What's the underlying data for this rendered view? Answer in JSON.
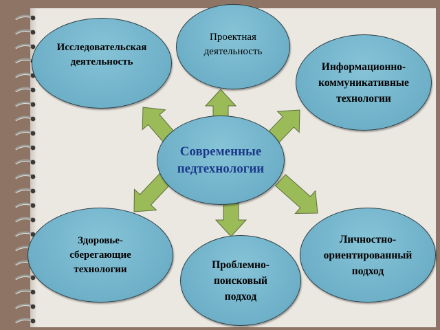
{
  "center": {
    "label": "Современные\nпедтехнологии"
  },
  "nodes": {
    "project": {
      "label": "Проектная\nдеятельность"
    },
    "research": {
      "label": "Исследовательская\nдеятельность"
    },
    "infocomm": {
      "label": "Информационно-\nкоммуникативные\nтехнологии"
    },
    "health": {
      "label": "Здоровье-\nсберегающие\nтехнологии"
    },
    "personal": {
      "label": "Личностно-\nориентированный\nподход"
    },
    "problem": {
      "label": "Проблемно-\nпоисковый\nподход"
    }
  },
  "colors": {
    "node_fill": "#6eb0c8",
    "arrow_fill": "#9bbb59",
    "center_text": "#1c3a8a",
    "background": "#8d7464",
    "paper": "#ebe7e1"
  }
}
